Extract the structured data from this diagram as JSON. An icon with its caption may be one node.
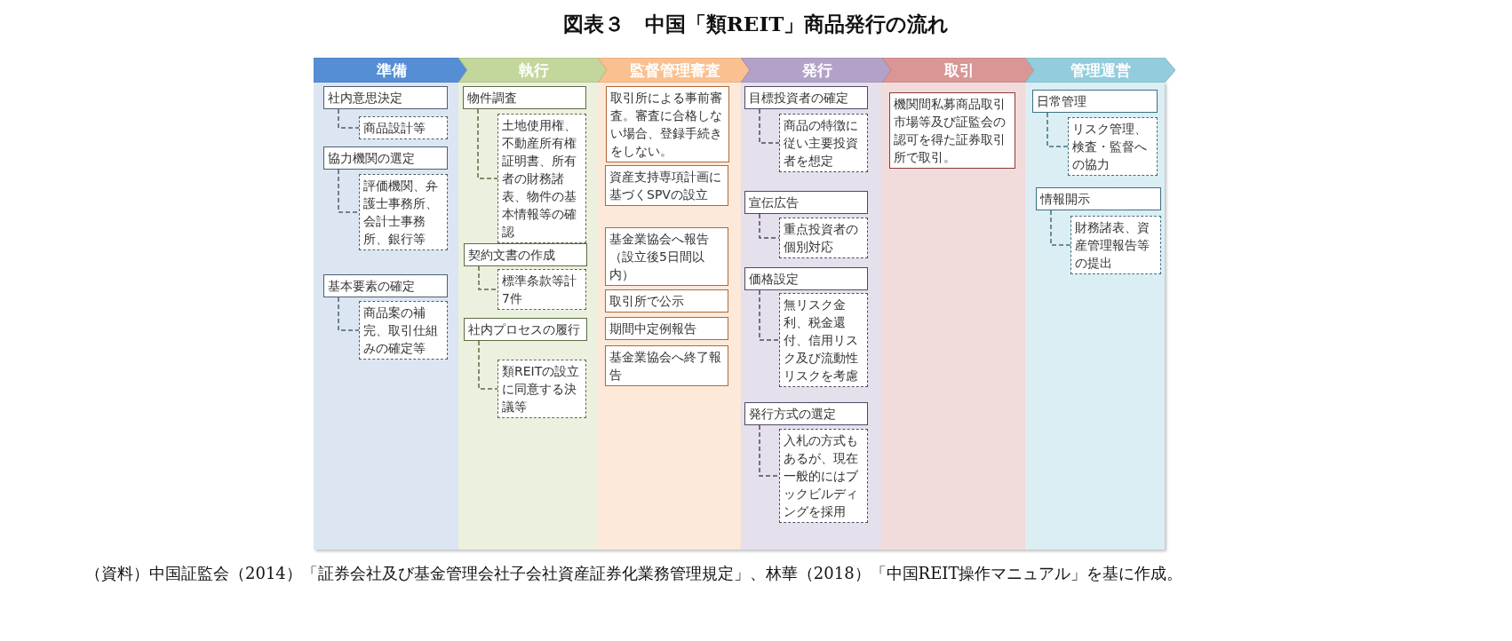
{
  "diagram": {
    "title": "図表３　中国「類REIT」商品発行の流れ",
    "caption": "（資料）中国証監会（2014）「証券会社及び基金管理会社子会社資産証券化業務管理規定」、林華（2018）「中国REIT操作マニュアル」を基に作成。",
    "nodes": [
      {
        "text": [
          "準備"
        ]
      },
      {
        "text": [
          "社内意思決定"
        ],
        "in": 0
      },
      {
        "text": [
          "商品設計等"
        ],
        "in": 0
      },
      {
        "text": [
          "協力機関の選定"
        ],
        "in": 0
      },
      {
        "text": [
          "評価機関、弁護士事務所、会計士事務所、銀行等"
        ],
        "in": 0
      },
      {
        "text": [
          "基本要素の確定"
        ],
        "in": 0
      },
      {
        "text": [
          "商品案の補完、取引仕組みの確定等"
        ],
        "in": 0
      },
      {
        "text": [
          "執行"
        ]
      },
      {
        "text": [
          "物件調査"
        ],
        "in": 7
      },
      {
        "text": [
          "土地使用権、不動産所有権証明書、所有者の財務諸表、物件の基本情報等の確認"
        ],
        "in": 7
      },
      {
        "text": [
          "契約文書の作成"
        ],
        "in": 7
      },
      {
        "text": [
          "標準条款等計7件"
        ],
        "in": 7
      },
      {
        "text": [
          "社内プロセスの履行"
        ],
        "in": 7
      },
      {
        "text": [
          "類REITの設立に同意する決議等"
        ],
        "in": 7
      },
      {
        "text": [
          "監督管理審査"
        ]
      },
      {
        "text": [
          "取引所による事前審査。審査に合格しない場合、登録手続きをしない。"
        ],
        "in": 14
      },
      {
        "text": [
          "資産支持専項計画に基づくSPVの設立"
        ],
        "in": 14
      },
      {
        "text": [
          "基金業協会へ報告（設立後5日間以内）"
        ],
        "in": 14
      },
      {
        "text": [
          "取引所で公示"
        ],
        "in": 14
      },
      {
        "text": [
          "期間中定例報告"
        ],
        "in": 14
      },
      {
        "text": [
          "基金業協会へ終了報告"
        ],
        "in": 14
      },
      {
        "text": [
          "発行"
        ]
      },
      {
        "text": [
          "目標投資者の確定"
        ],
        "in": 21
      },
      {
        "text": [
          "商品の特徴に従い主要投資者を想定"
        ],
        "in": 21
      },
      {
        "text": [
          "宣伝広告"
        ],
        "in": 21
      },
      {
        "text": [
          "重点投資者の個別対応"
        ],
        "in": 21
      },
      {
        "text": [
          "価格設定"
        ],
        "in": 21
      },
      {
        "text": [
          "無リスク金利、税金還付、信用リスク及び流動性リスクを考慮"
        ],
        "in": 21
      },
      {
        "text": [
          "発行方式の選定"
        ],
        "in": 21
      },
      {
        "text": [
          "入札の方式もあるが、現在一般的にはブックビルディングを採用"
        ],
        "in": 21
      },
      {
        "text": [
          "取引"
        ]
      },
      {
        "text": [
          "機関間私募商品取引市場等及び証監会の認可を得た証券取引所で取引。"
        ],
        "in": 30
      },
      {
        "text": [
          "管理運営"
        ]
      },
      {
        "text": [
          "日常管理"
        ],
        "in": 32
      },
      {
        "text": [
          "リスク管理、検査・監督への協力"
        ],
        "in": 32
      },
      {
        "text": [
          "情報開示"
        ],
        "in": 32
      },
      {
        "text": [
          "財務諸表、資産管理報告等の提出"
        ],
        "in": 32
      }
    ],
    "edges": [
      {
        "from": 1,
        "to": 2,
        "arrow": "none",
        "style": "dashed"
      },
      {
        "from": 3,
        "to": 4,
        "arrow": "none",
        "style": "dashed"
      },
      {
        "from": 5,
        "to": 6,
        "arrow": "none",
        "style": "dashed"
      },
      {
        "from": 8,
        "to": 9,
        "arrow": "none",
        "style": "dashed"
      },
      {
        "from": 10,
        "to": 11,
        "arrow": "none",
        "style": "dashed"
      },
      {
        "from": 12,
        "to": 13,
        "arrow": "none",
        "style": "dashed"
      },
      {
        "from": 22,
        "to": 23,
        "arrow": "none",
        "style": "dashed"
      },
      {
        "from": 24,
        "to": 25,
        "arrow": "none",
        "style": "dashed"
      },
      {
        "from": 26,
        "to": 27,
        "arrow": "none",
        "style": "dashed"
      },
      {
        "from": 28,
        "to": 29,
        "arrow": "none",
        "style": "dashed"
      },
      {
        "from": 33,
        "to": 34,
        "arrow": "none",
        "style": "dashed"
      },
      {
        "from": 35,
        "to": 36,
        "arrow": "none",
        "style": "dashed"
      }
    ]
  }
}
